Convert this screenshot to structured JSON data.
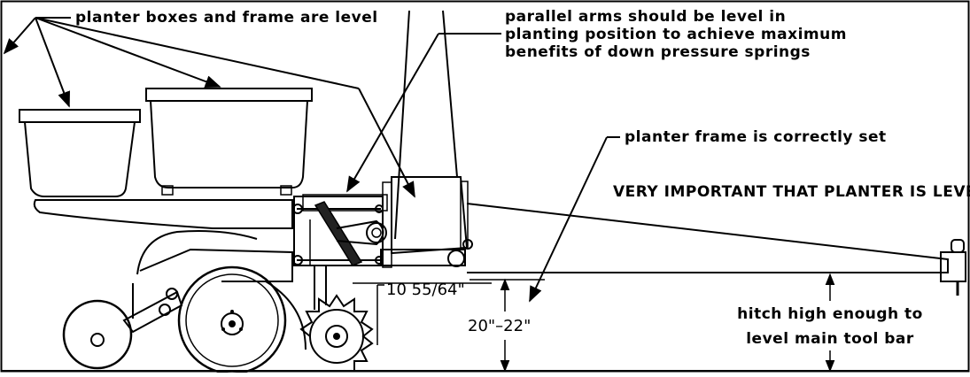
{
  "labels": {
    "planter_boxes": "planter boxes and frame are level",
    "parallel_arms_line1": "parallel arms should be level in",
    "parallel_arms_line2": "planting position to achieve maximum",
    "parallel_arms_line3": "benefits of down pressure springs",
    "planter_frame": "planter frame is correctly set",
    "very_important": "VERY IMPORTANT THAT PLANTER IS LEVEL",
    "hitch_line1": "hitch high enough to",
    "hitch_line2": "level main tool bar"
  },
  "dimensions": {
    "arm_height": "10 55/64\"",
    "frame_height": "20\"–22\""
  }
}
